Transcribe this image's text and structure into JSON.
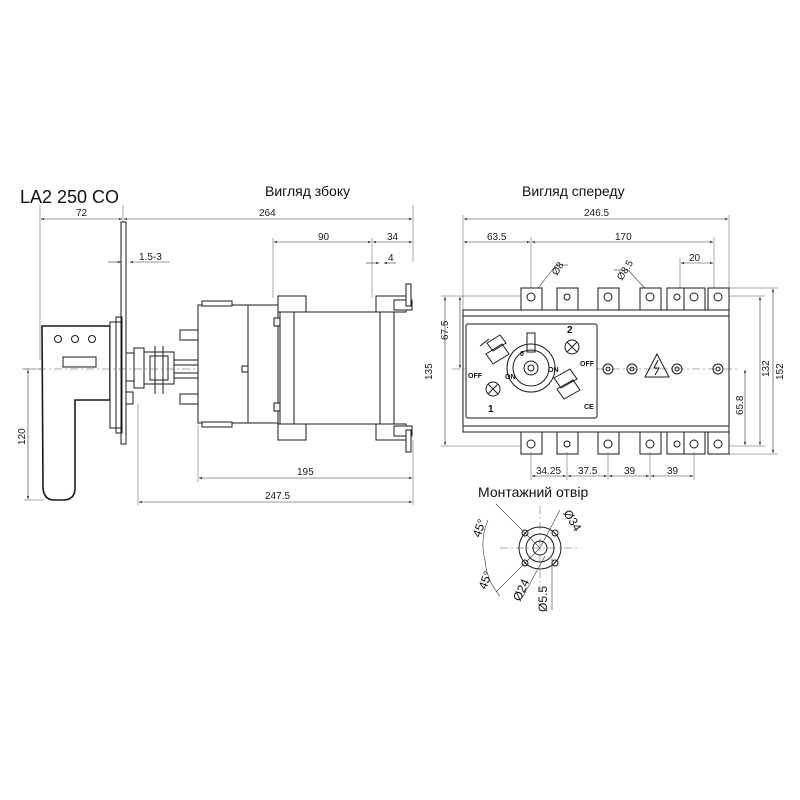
{
  "model": "LA2 250 CO",
  "views": {
    "side": "Вигляд збоку",
    "front": "Вигляд спереду",
    "mounting": "Монтажний отвір"
  },
  "side_dims": {
    "d72": "72",
    "d264": "264",
    "d90": "90",
    "d34": "34",
    "d4": "4",
    "d15_3": "1.5-3",
    "d120": "120",
    "d195": "195",
    "d2475": "247.5"
  },
  "front_dims": {
    "d2465": "246.5",
    "d635": "63.5",
    "d170": "170",
    "d20": "20",
    "d8": "Ø8",
    "d85": "Ø8.5",
    "d675": "67.5",
    "d135": "135",
    "d132": "132",
    "d152": "152",
    "d658": "65.8",
    "d3425": "34.25",
    "d375": "37.5",
    "d39a": "39",
    "d39b": "39"
  },
  "panel_labels": {
    "off1": "OFF",
    "on1": "ON",
    "num1": "1",
    "num2": "2",
    "on2": "ON",
    "off2": "OFF",
    "zero": "0",
    "ce": "CE"
  },
  "mount_dims": {
    "a45a": "45°",
    "a45b": "45°",
    "d34": "Ø34",
    "d24": "Ø24",
    "d55": "Ø5.5"
  }
}
